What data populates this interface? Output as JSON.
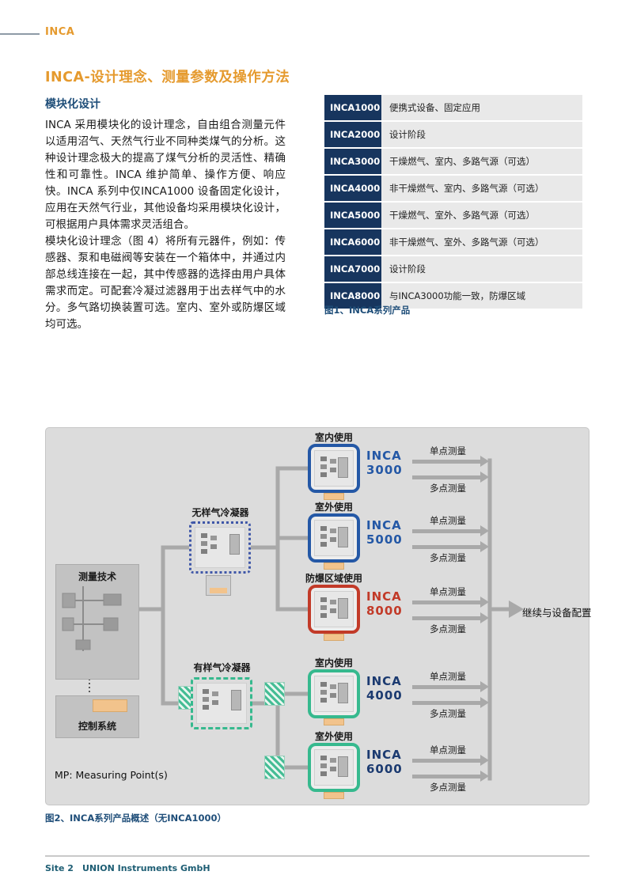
{
  "theme": {
    "orange": "#E59A2E",
    "navy": "#17355E",
    "heading-blue": "#1F4E79",
    "caption-blue": "#1F4E79",
    "figure-bg": "#DCDCDC",
    "arrow-gray": "#A9A9A9",
    "footer-teal": "#1D5D73",
    "tan": "#F2C38C"
  },
  "header": {
    "brand": "INCA"
  },
  "article": {
    "title": "INCA-设计理念、测量参数及操作方法",
    "section_heading": "模块化设计",
    "paragraphs": [
      "INCA 采用模块化的设计理念，自由组合测量元件以适用沼气、天然气行业不同种类煤气的分析。这种设计理念极大的提高了煤气分析的灵活性、精确性和可靠性。INCA 维护简单、操作方便、响应快。INCA 系列中仅INCA1000 设备固定化设计，应用在天然气行业，其他设备均采用模块化设计，可根据用户具体需求灵活组合。",
      "模块化设计理念（图 4）将所有元器件，例如：传感器、泵和电磁阀等安装在一个箱体中，并通过内部总线连接在一起，其中传感器的选择由用户具体需求而定。可配套冷凝过滤器用于出去样气中的水分。多气路切换装置可选。室内、室外或防爆区域均可选。"
    ]
  },
  "figure1": {
    "caption": "图1、INCA系列产品",
    "rows": [
      {
        "model": "INCA1000",
        "desc": "便携式设备、固定应用"
      },
      {
        "model": "INCA2000",
        "desc": "设计阶段"
      },
      {
        "model": "INCA3000",
        "desc": "干燥燃气、室内、多路气源（可选）"
      },
      {
        "model": "INCA4000",
        "desc": "非干燥燃气、室内、多路气源（可选）"
      },
      {
        "model": "INCA5000",
        "desc": "干燥燃气、室外、多路气源（可选）"
      },
      {
        "model": "INCA6000",
        "desc": "非干燥燃气、室外、多路气源（可选）"
      },
      {
        "model": "INCA7000",
        "desc": "设计阶段"
      },
      {
        "model": "INCA8000",
        "desc": "与INCA3000功能一致，防爆区域"
      }
    ]
  },
  "figure2": {
    "caption": "图2、INCA系列产品概述（无INCA1000）",
    "measurement_label": "测量技术",
    "control_label": "控制系统",
    "condenser_without_label": "无样气冷凝器",
    "condenser_with_label": "有样气冷凝器",
    "single_point_label": "单点测量",
    "multi_point_label": "多点测量",
    "continue_label": "继续与设备配置",
    "mp_note": "MP: Measuring Point(s)",
    "devices": [
      {
        "usage": "室内使用",
        "brand": "INCA",
        "model": "3000",
        "border_color": "#2458A6",
        "text_color": "#2458A6"
      },
      {
        "usage": "室外使用",
        "brand": "INCA",
        "model": "5000",
        "border_color": "#2458A6",
        "text_color": "#2458A6"
      },
      {
        "usage": "防爆区域使用",
        "brand": "INCA",
        "model": "8000",
        "border_color": "#C23A28",
        "text_color": "#C23A28"
      },
      {
        "usage": "室内使用",
        "brand": "INCA",
        "model": "4000",
        "border_color": "#36B98E",
        "text_color": "#1B3A70"
      },
      {
        "usage": "室外使用",
        "brand": "INCA",
        "model": "6000",
        "border_color": "#36B98E",
        "text_color": "#1B3A70"
      }
    ]
  },
  "footer": {
    "page_label": "Site 2",
    "company": "UNION Instruments GmbH"
  }
}
